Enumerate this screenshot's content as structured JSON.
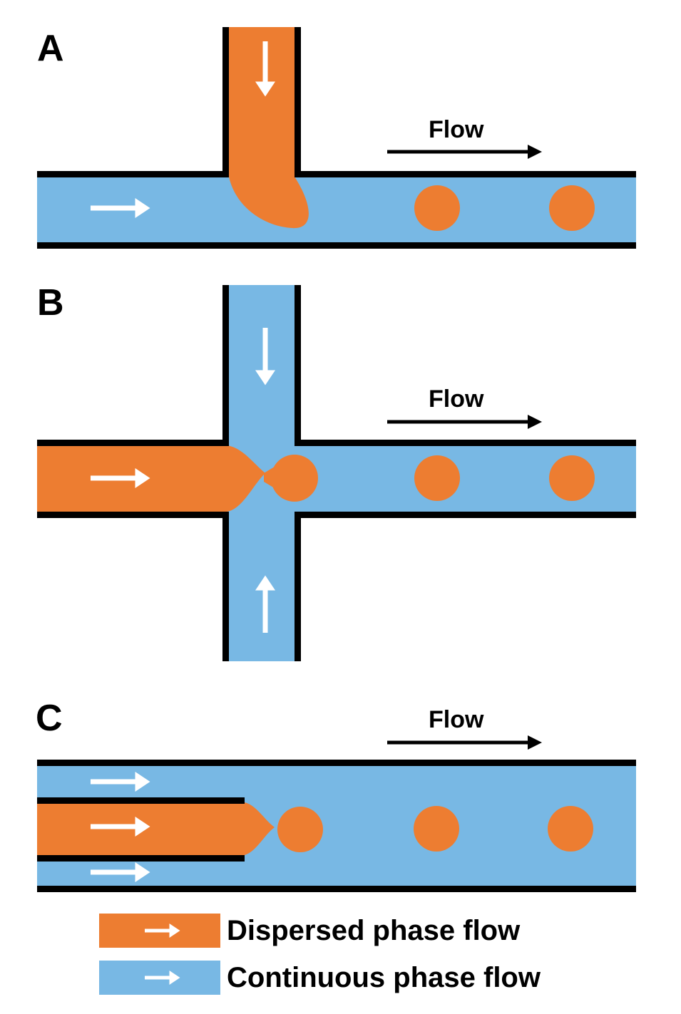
{
  "colors": {
    "dispersed": "#ed7d31",
    "continuous": "#78b8e4",
    "wall": "#000000",
    "arrow": "#ffffff"
  },
  "panels": [
    {
      "letter": "A",
      "type": "T-junction",
      "flow_label": "Flow"
    },
    {
      "letter": "B",
      "type": "flow-focusing cross-junction",
      "flow_label": "Flow"
    },
    {
      "letter": "C",
      "type": "co-flow",
      "flow_label": "Flow"
    }
  ],
  "legend": [
    {
      "label": "Dispersed phase flow",
      "color": "#ed7d31"
    },
    {
      "label": "Continuous phase flow",
      "color": "#78b8e4"
    }
  ]
}
